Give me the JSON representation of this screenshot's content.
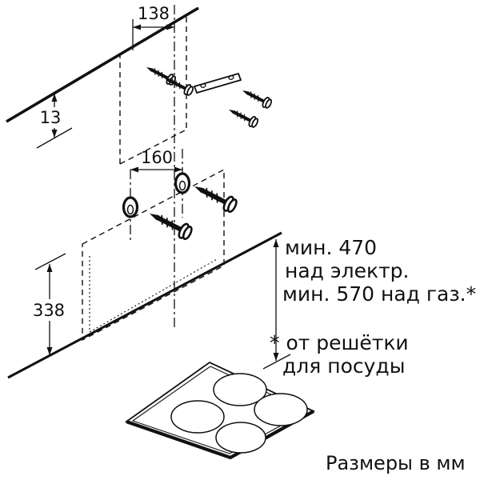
{
  "diagram": {
    "dimensions": {
      "top_width": "138",
      "ceiling_offset": "13",
      "mount_hole_spacing": "160",
      "panel_height": "338"
    },
    "clearance": {
      "line1": "мин. 470",
      "line2": "над электр.",
      "line3": "мин. 570 над газ.*"
    },
    "footnote": {
      "line1": "* от решётки",
      "line2": "для посуды"
    },
    "units_note": "Размеры в мм"
  },
  "colors": {
    "ink": "#111111",
    "background": "#ffffff"
  }
}
